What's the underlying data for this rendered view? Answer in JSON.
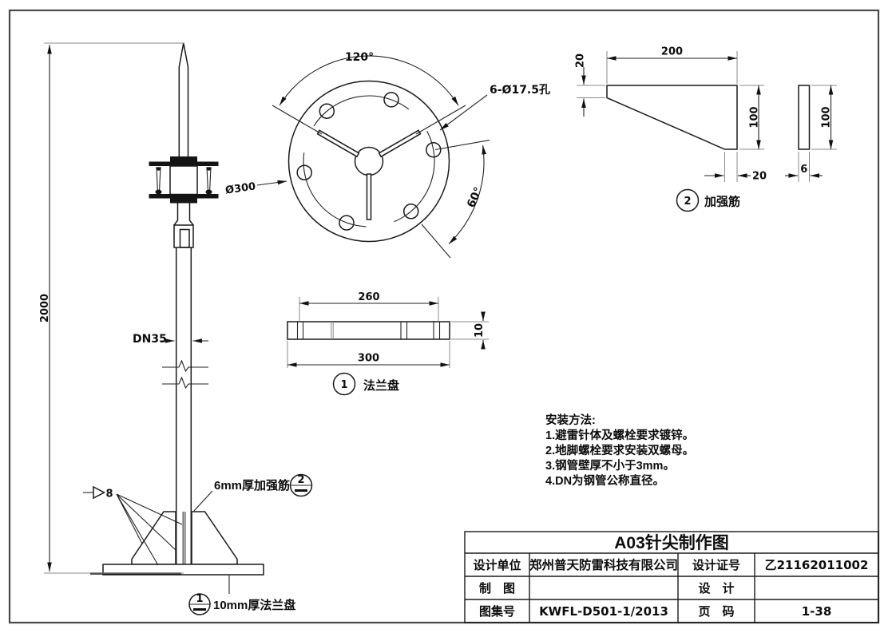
{
  "elevation": {
    "dim_height": "2000",
    "pipe_label": "DN35",
    "weld_size": "8",
    "rib_note": "6mm厚加强筋",
    "base_note": "10mm厚法兰盘",
    "callout_rib_number": "2",
    "callout_base_number": "1"
  },
  "flange_top_view": {
    "angle_between_ribs": "120°",
    "angle_between_holes": "60°",
    "holes_label": "6-Ø17.5孔",
    "outer_diameter": "Ø300"
  },
  "flange_side_view": {
    "dim_bolt_circle": "260",
    "dim_outer_diameter": "300",
    "dim_thickness": "10",
    "balloon_number": "1",
    "balloon_label": "法兰盘"
  },
  "gusset_view": {
    "dim_length": "200",
    "dim_tip_height": "20",
    "dim_height": "100",
    "dim_foot_width": "20",
    "side_dim_height": "100",
    "side_dim_thickness": "6",
    "balloon_number": "2",
    "balloon_label": "加强筋"
  },
  "notes": {
    "heading": "安装方法:",
    "items": [
      "1.避雷针体及螺栓要求镀锌。",
      "2.地脚螺栓要求安装双螺母。",
      "3.钢管壁厚不小于3mm。",
      "4.DN为钢管公称直径。"
    ]
  },
  "title_block": {
    "title": "A03针尖制作图",
    "rows": [
      {
        "label": "设计单位",
        "value": "郑州普天防雷科技有限公司",
        "label2": "设计证号",
        "value2": "乙21162011002"
      },
      {
        "label": "制　图",
        "value": "",
        "label2": "设　计",
        "value2": ""
      },
      {
        "label": "图集号",
        "value": "KWFL-D501-1/2013",
        "label2": "页　码",
        "value2": "1-38"
      }
    ]
  }
}
